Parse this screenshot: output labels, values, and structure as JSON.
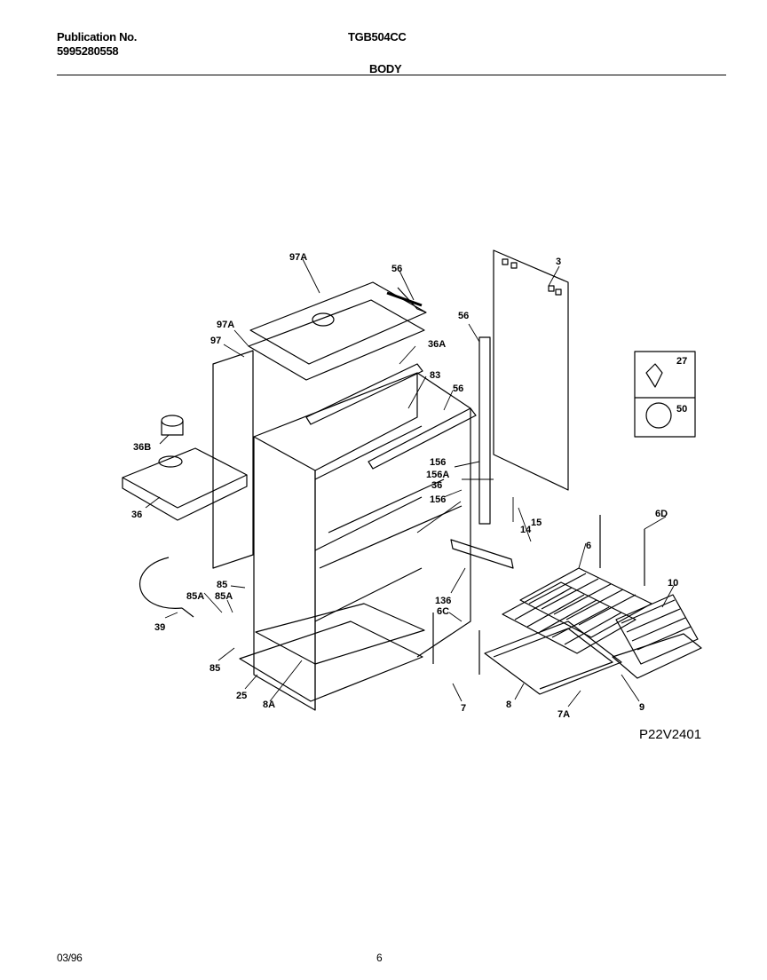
{
  "header": {
    "publication_label": "Publication No.",
    "publication_number": "5995280558",
    "model": "TGB504CC",
    "section": "BODY"
  },
  "diagram": {
    "code": "P22V2401",
    "part_labels": [
      "97A",
      "56",
      "97A",
      "97",
      "3",
      "56",
      "36A",
      "83",
      "56",
      "36B",
      "156",
      "156A",
      "36",
      "36",
      "156",
      "15",
      "14",
      "27",
      "50",
      "6D",
      "6",
      "10",
      "85",
      "85A",
      "85A",
      "39",
      "85",
      "136",
      "6C",
      "25",
      "8A",
      "7",
      "8",
      "7A",
      "9"
    ]
  },
  "footer": {
    "date": "03/96",
    "page": "6"
  }
}
